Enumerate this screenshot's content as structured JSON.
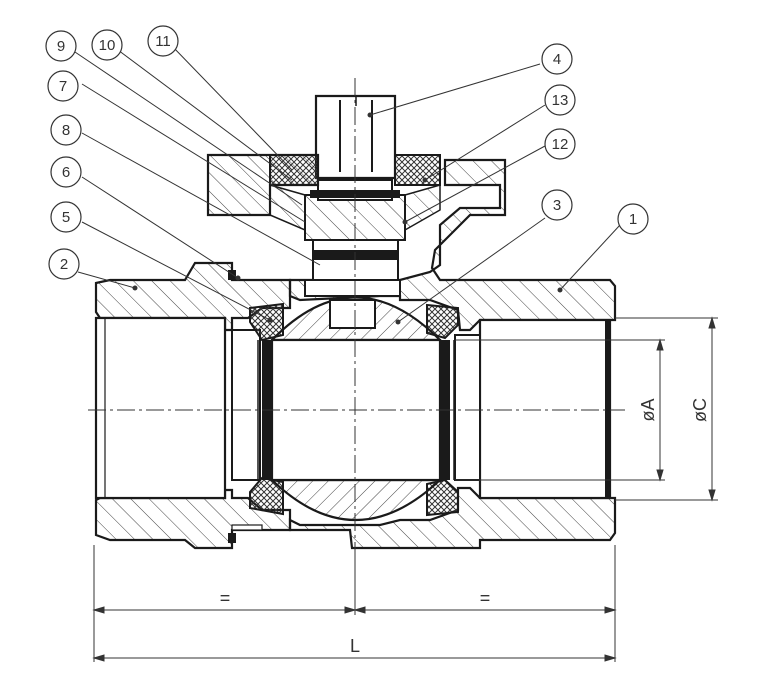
{
  "callouts": [
    {
      "id": "c1",
      "label": "1"
    },
    {
      "id": "c2",
      "label": "2"
    },
    {
      "id": "c3",
      "label": "3"
    },
    {
      "id": "c4",
      "label": "4"
    },
    {
      "id": "c5",
      "label": "5"
    },
    {
      "id": "c6",
      "label": "6"
    },
    {
      "id": "c7",
      "label": "7"
    },
    {
      "id": "c8",
      "label": "8"
    },
    {
      "id": "c9",
      "label": "9"
    },
    {
      "id": "c10",
      "label": "10"
    },
    {
      "id": "c11",
      "label": "11"
    },
    {
      "id": "c12",
      "label": "12"
    },
    {
      "id": "c13",
      "label": "13"
    }
  ],
  "dimensions": {
    "half_left": "=",
    "half_right": "=",
    "length": "L",
    "bore_a": "øA",
    "outer_c": "øC"
  },
  "colors": {
    "line": "#1a1a1a",
    "thin": "#333333",
    "hatch": "#444444"
  }
}
